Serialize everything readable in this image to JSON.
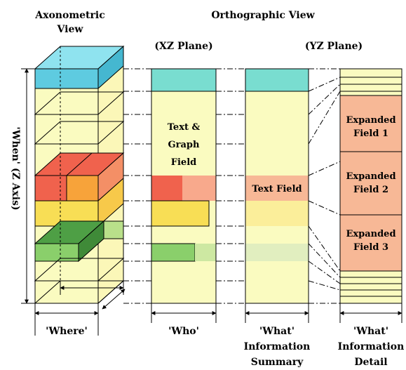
{
  "header": {
    "axonometric_line1": "Axonometric",
    "axonometric_line2": "View",
    "orthographic": "Orthographic View",
    "xz_plane": "(XZ Plane)",
    "yz_plane": "(YZ Plane)"
  },
  "axis": {
    "z_label": "'When' (Z Axis)"
  },
  "fields": {
    "text_graph_line1": "Text &",
    "text_graph_line2": "Graph",
    "text_graph_line3": "Field",
    "text_field": "Text Field",
    "expanded1_line1": "Expanded",
    "expanded1_line2": "Field 1",
    "expanded2_line1": "Expanded",
    "expanded2_line2": "Field 2",
    "expanded3_line1": "Expanded",
    "expanded3_line2": "Field 3"
  },
  "bottom": {
    "where": "'Where'",
    "who": "'Who'",
    "what_summary_line1": "'What'",
    "what_summary_line2": "Information",
    "what_summary_line3": "Summary",
    "what_detail_line1": "'What'",
    "what_detail_line2": "Information",
    "what_detail_line3": "Detail"
  },
  "colors": {
    "cyan": "#6fd3d9",
    "teal": "#79ddd0",
    "light_yellow": "#fafbc0",
    "pale_yellow": "#fdfde0",
    "red": "#f0624d",
    "salmon": "#f8a98c",
    "peach": "#f7b896",
    "orange": "#f7a33a",
    "gold": "#f8de55",
    "green": "#6fbf58",
    "light_green": "#cde8a2"
  }
}
